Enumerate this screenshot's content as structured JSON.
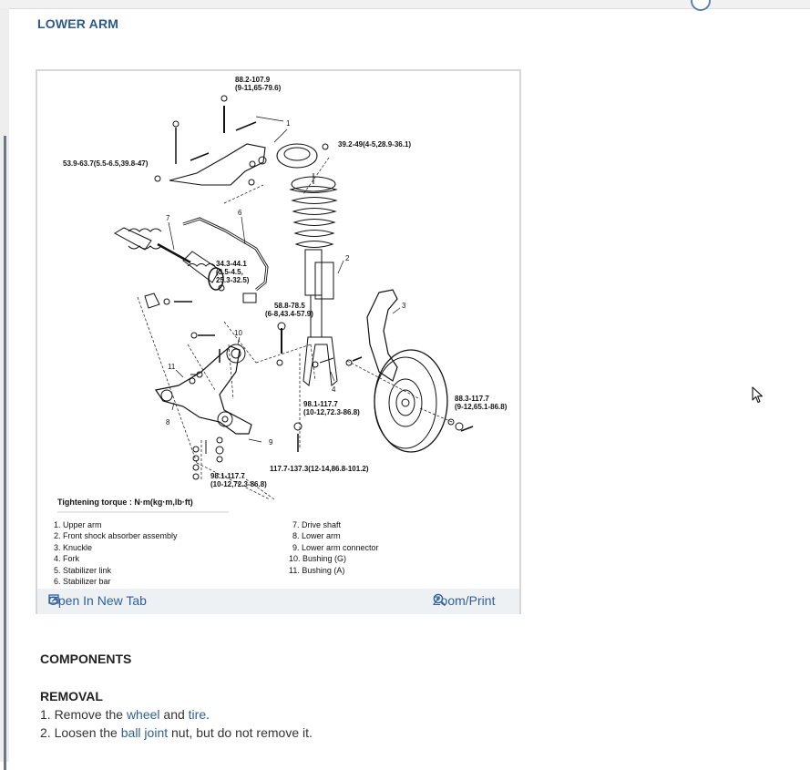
{
  "page": {
    "title": "LOWER ARM"
  },
  "figure": {
    "callouts": {
      "num1": "1",
      "num2": "2",
      "num3": "3",
      "num4": "4",
      "num6": "6",
      "num7": "7",
      "num8": "8",
      "num9": "9",
      "num10": "10",
      "num11": "11"
    },
    "torques": {
      "t1a": "88.2-107.9",
      "t1b": "(9-11,65-79.6)",
      "t2": "39.2-49(4-5,28.9-36.1)",
      "t3": "53.9-63.7(5.5-6.5,39.8-47)",
      "t4a": "34.3-44.1",
      "t4b": "(3.5-4.5,",
      "t4c": "25.3-32.5)",
      "t5a": "58.8-78.5",
      "t5b": "(6-8,43.4-57.9)",
      "t6a": "98.1-117.7",
      "t6b": "(10-12,72.3-86.8)",
      "t7a": "88.3-117.7",
      "t7b": "(9-12,65.1-86.8)",
      "t8": "117.7-137.3(12-14,86.8-101.2)",
      "t9a": "98.1-117.7",
      "t9b": "(10-12,72.3-86.8)"
    },
    "tightening_label": "Tightening torque : N·m(kg·m,lb·ft)",
    "legend_left": [
      "1. Upper arm",
      "2. Front shock absorber assembly",
      "3. Knuckle",
      "4. Fork",
      "5. Stabilizer link",
      "6. Stabilizer bar"
    ],
    "legend_right": [
      "7. Drive shaft",
      "8. Lower arm",
      "9. Lower arm connector",
      "10. Bushing (G)",
      "11. Bushing (A)"
    ],
    "open_tab_label": "Open In New Tab",
    "zoom_label": "Zoom/Print"
  },
  "sections": {
    "components": "COMPONENTS",
    "removal": "REMOVAL"
  },
  "steps": {
    "s1_prefix": "1. Remove the ",
    "s1_link1": "wheel",
    "s1_mid": " and ",
    "s1_link2": "tire",
    "s1_suffix": ".",
    "s2_prefix": "2. Loosen the ",
    "s2_link": "ball joint",
    "s2_suffix": " nut, but do not remove it."
  },
  "colors": {
    "link": "#2f5f98",
    "title": "#2a5a8f",
    "footer_bg": "#eef1f4"
  },
  "icons": {
    "open_tab": "open-new-tab-icon",
    "zoom": "zoom-in-icon",
    "cursor": "mouse-pointer-icon"
  }
}
